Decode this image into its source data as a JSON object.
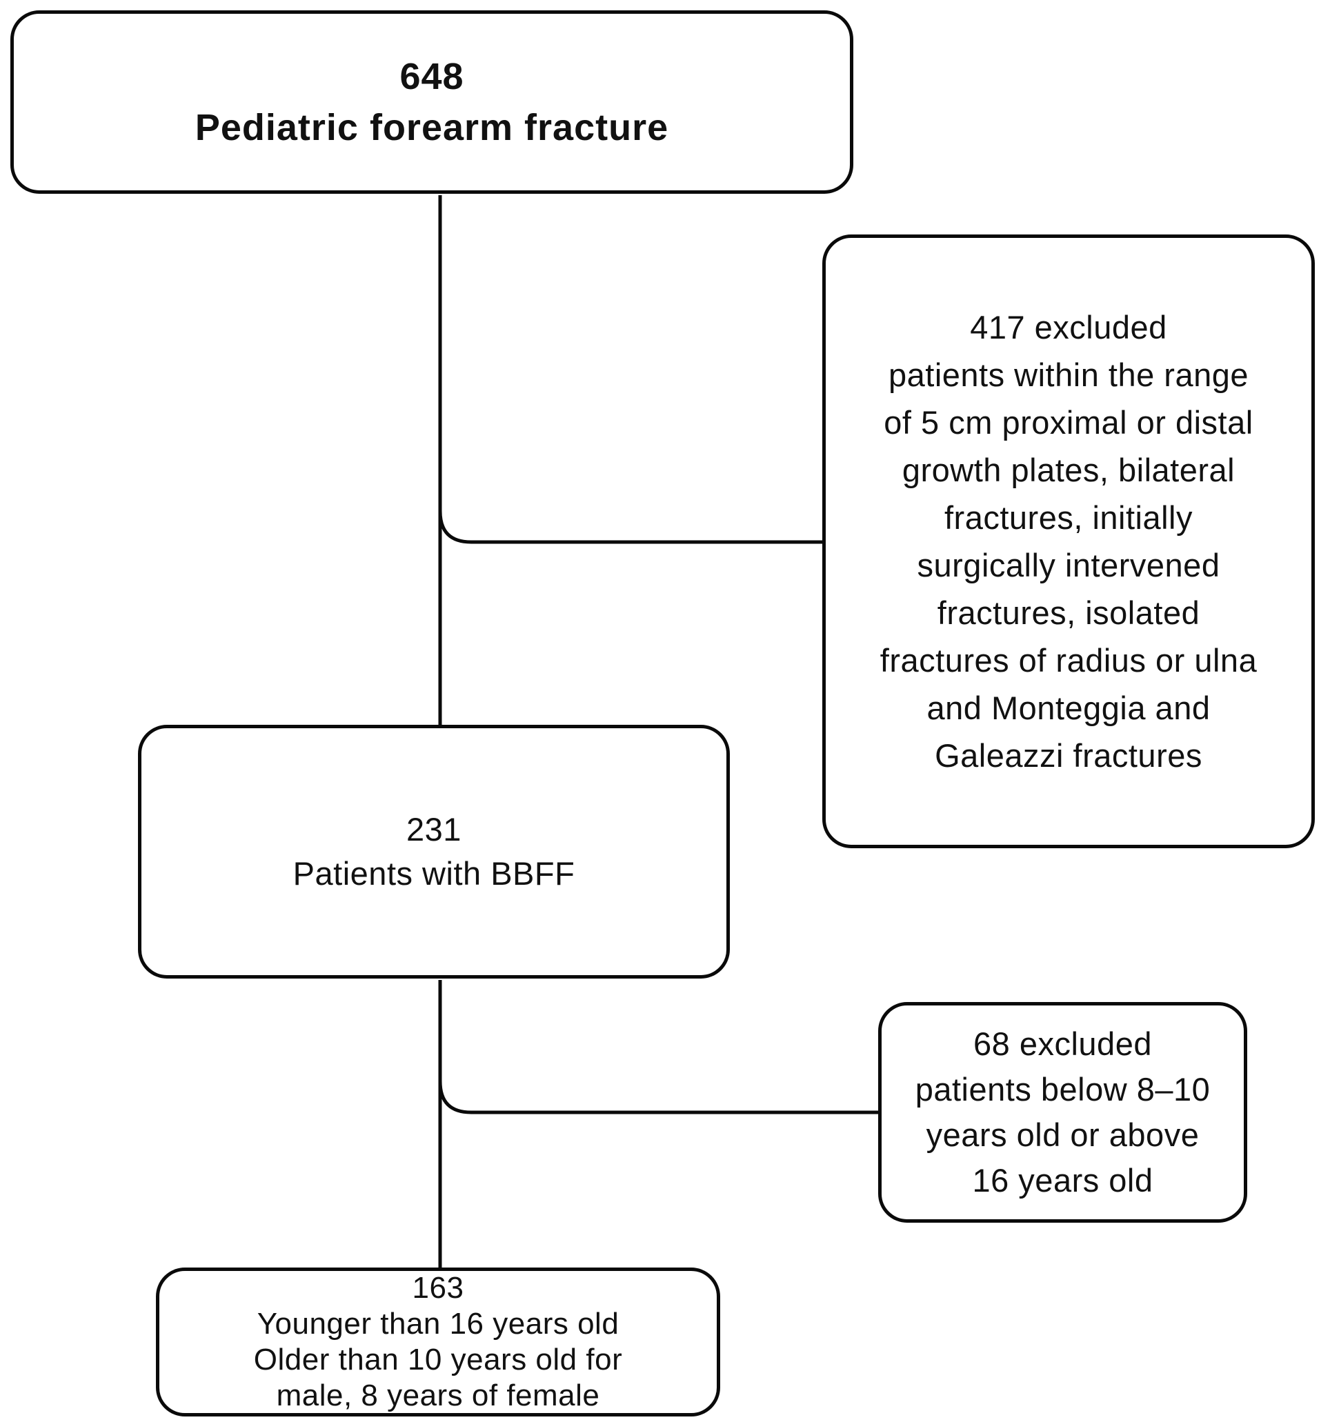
{
  "colors": {
    "background": "#ffffff",
    "box_border": "#0a0a0a",
    "connector": "#0a0a0a",
    "text": "#111111"
  },
  "flowchart": {
    "nodes": {
      "pediatric_forearm_fracture": {
        "emphasis": "bold",
        "lines": [
          "648",
          "Pediatric forearm fracture"
        ]
      },
      "excluded_417": {
        "lines": [
          "417 excluded",
          "patients within the range",
          "of 5 cm proximal or distal",
          "growth plates, bilateral",
          "fractures, initially",
          "surgically intervened",
          "fractures, isolated",
          "fractures of radius or ulna",
          "and Monteggia and",
          "Galeazzi fractures"
        ]
      },
      "patients_with_bbff": {
        "lines": [
          "231",
          "Patients with BBFF"
        ]
      },
      "excluded_68": {
        "lines": [
          "68 excluded",
          "patients below 8–10",
          "years old or above",
          "16 years old"
        ]
      },
      "final_163": {
        "lines": [
          "163",
          "Younger than 16 years old",
          "Older than 10 years old for",
          "male, 8 years of female"
        ]
      }
    },
    "edges": [
      {
        "from": "pediatric_forearm_fracture",
        "to": "patients_with_bbff",
        "direction": "down"
      },
      {
        "from": "pediatric_forearm_fracture",
        "to": "excluded_417",
        "direction": "branch-right"
      },
      {
        "from": "patients_with_bbff",
        "to": "final_163",
        "direction": "down"
      },
      {
        "from": "patients_with_bbff",
        "to": "excluded_68",
        "direction": "branch-right"
      }
    ]
  }
}
